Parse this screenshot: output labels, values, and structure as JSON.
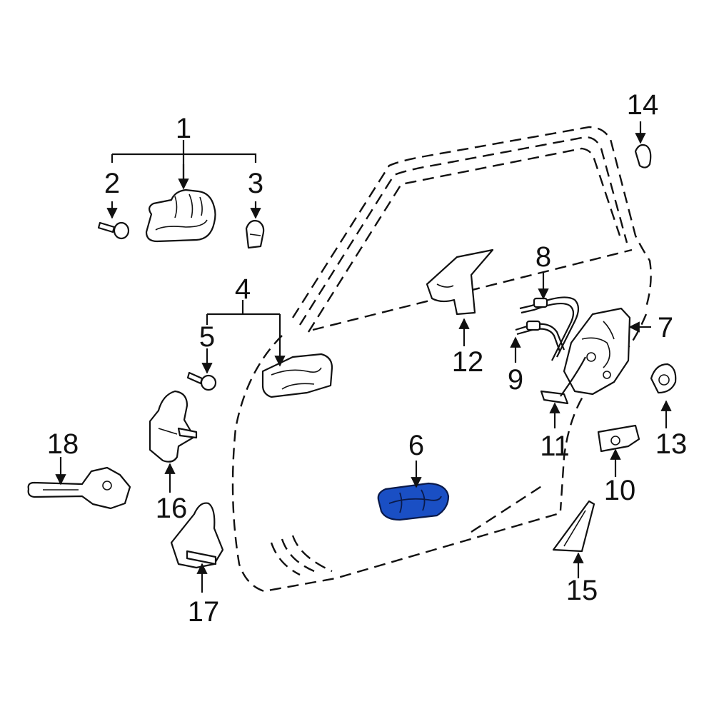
{
  "diagram": {
    "highlight_color": "#1a4fc4",
    "callouts": {
      "c1": "1",
      "c2": "2",
      "c3": "3",
      "c4": "4",
      "c5": "5",
      "c6": "6",
      "c7": "7",
      "c8": "8",
      "c9": "9",
      "c10": "10",
      "c11": "11",
      "c12": "12",
      "c13": "13",
      "c14": "14",
      "c15": "15",
      "c16": "16",
      "c17": "17",
      "c18": "18"
    },
    "highlighted_part": "6"
  }
}
